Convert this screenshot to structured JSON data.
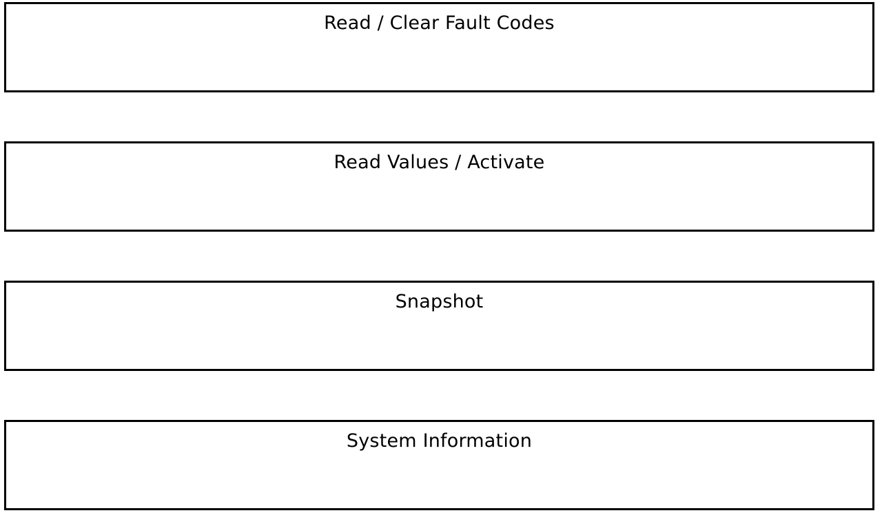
{
  "menu": {
    "buttons": [
      {
        "label": "Read / Clear Fault Codes"
      },
      {
        "label": "Read Values / Activate"
      },
      {
        "label": "Snapshot"
      },
      {
        "label": "System Information"
      }
    ]
  },
  "colors": {
    "background": "#ffffff",
    "border": "#000000",
    "text": "#000000"
  }
}
